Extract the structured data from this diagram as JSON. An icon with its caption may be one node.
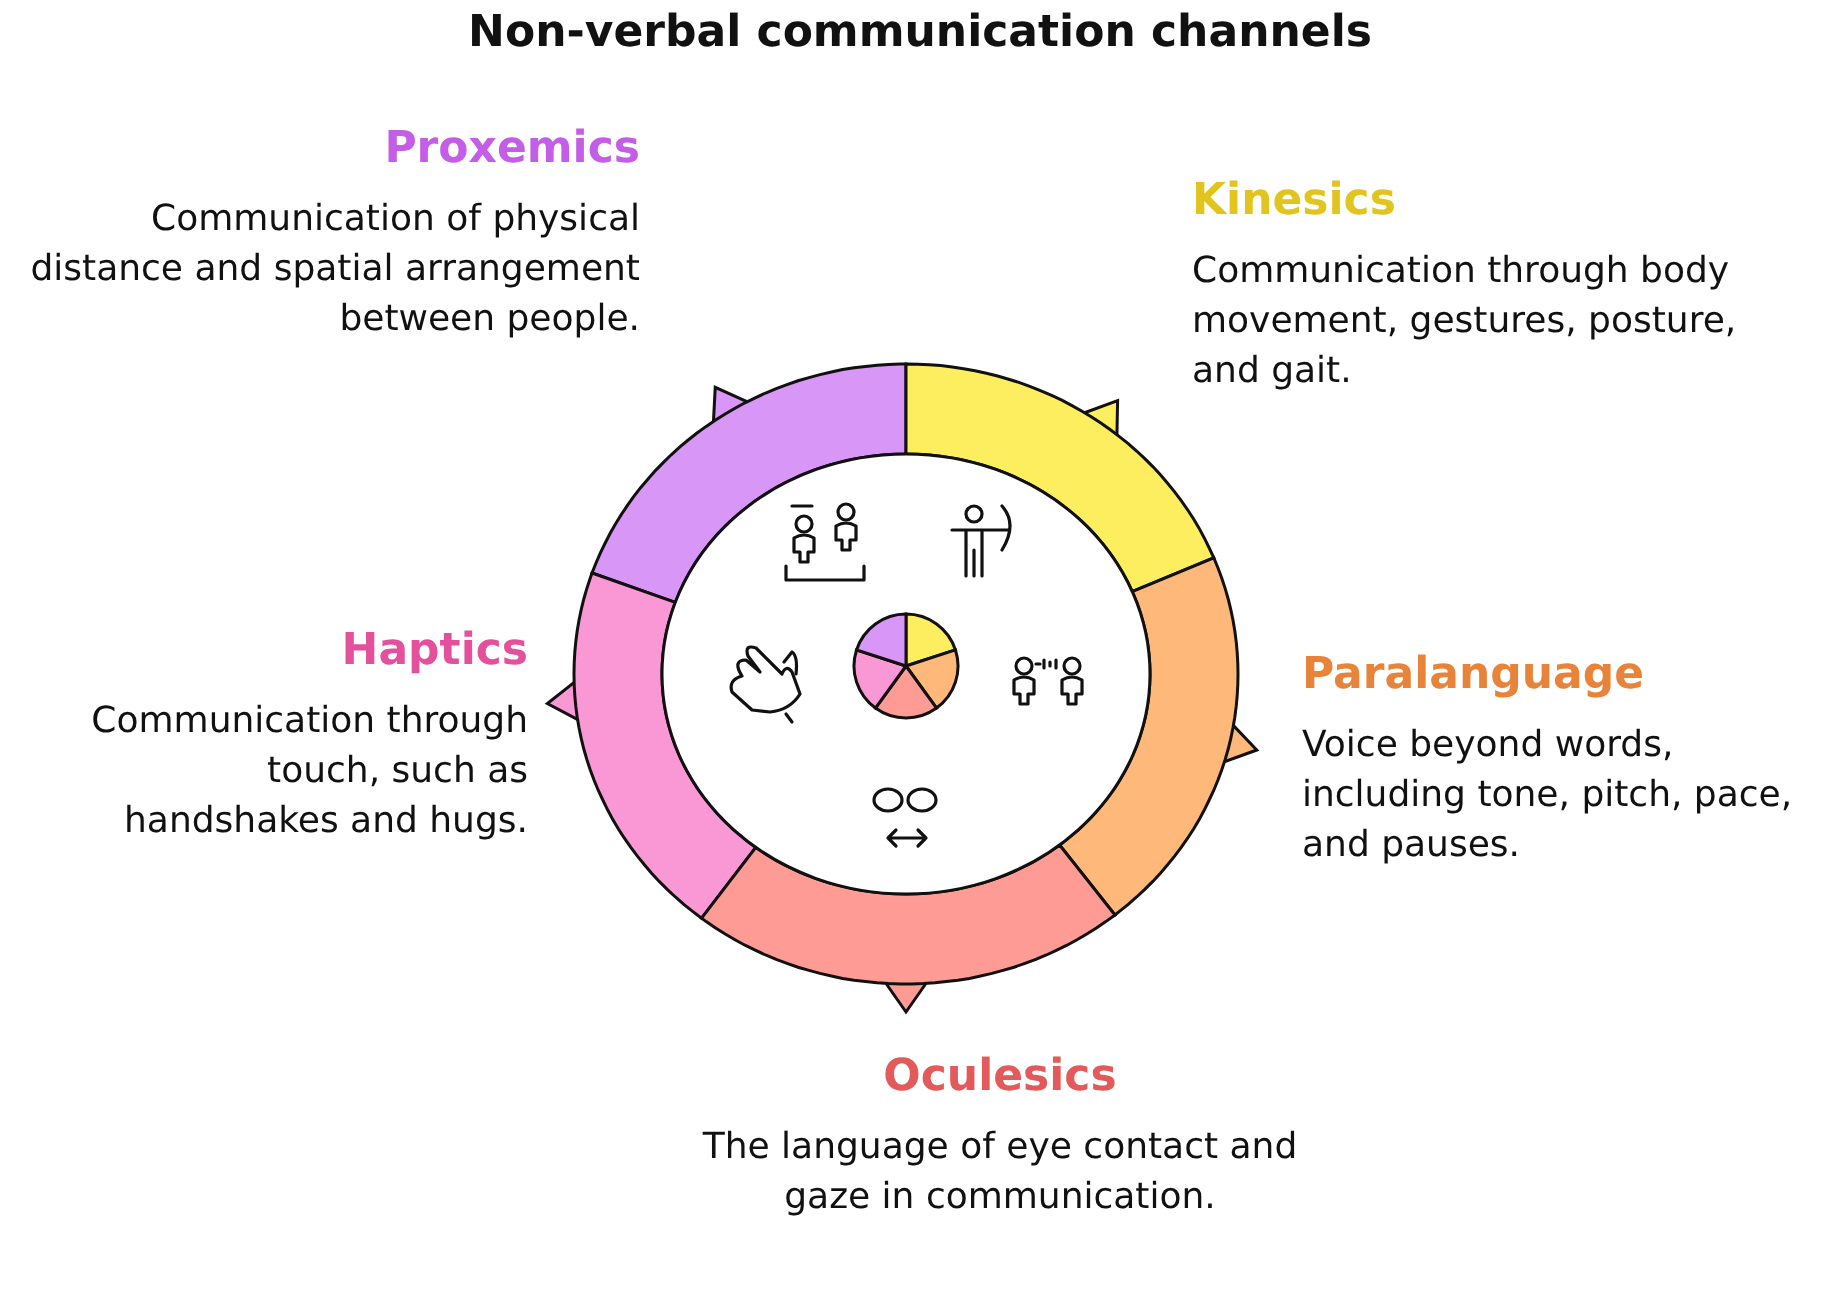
{
  "diagram": {
    "title": "Non-verbal communication channels",
    "nodes": [
      {
        "text": [
          "Proxemics",
          "Communication of physical distance and spatial arrangement between people."
        ]
      },
      {
        "text": [
          "Kinesics",
          "Communication through body movement, gestures, posture, and gait."
        ]
      },
      {
        "text": [
          "Haptics",
          "Communication through touch, such as handshakes and hugs."
        ]
      },
      {
        "text": [
          "Paralanguage",
          "Voice beyond words, including tone, pitch, pace, and pauses."
        ]
      },
      {
        "text": [
          "Oculesics",
          "The language of eye contact and gaze in communication."
        ]
      }
    ]
  }
}
